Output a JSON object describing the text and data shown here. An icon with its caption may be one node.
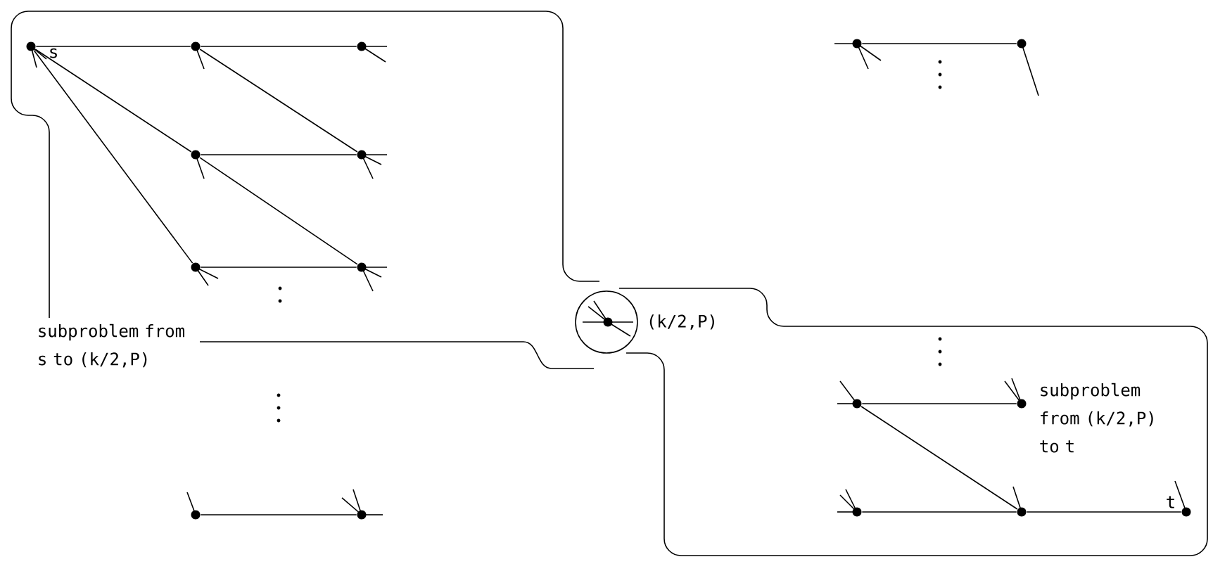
{
  "diagram": {
    "nodes": [
      {
        "text": [
          "subproblem from s to (k/2,P)"
        ]
      },
      {
        "text": [
          "subproblem from (k/2,P) to t"
        ]
      },
      {
        "text": [],
        "shape": "circle",
        "beside": [
          "s"
        ],
        "in": 0
      },
      {
        "text": [],
        "shape": "circle",
        "in": 0
      },
      {
        "text": [],
        "shape": "circle",
        "in": 0
      },
      {
        "text": [],
        "shape": "circle",
        "in": 0
      },
      {
        "text": [],
        "shape": "circle",
        "in": 0
      },
      {
        "text": [],
        "shape": "circle",
        "in": 0
      },
      {
        "text": [],
        "shape": "circle",
        "in": 0
      },
      {
        "text": [],
        "shape": "circle",
        "beside": [
          "(k/2,P)"
        ]
      },
      {
        "text": [],
        "shape": "circle",
        "in": 1
      },
      {
        "text": [],
        "shape": "circle",
        "in": 1
      },
      {
        "text": [],
        "shape": "circle",
        "in": 1
      },
      {
        "text": [],
        "shape": "circle",
        "in": 1
      },
      {
        "text": [],
        "shape": "circle",
        "beside": [
          "t"
        ],
        "in": 1
      },
      {
        "text": [],
        "shape": "circle"
      },
      {
        "text": [],
        "shape": "circle"
      },
      {
        "text": [],
        "shape": "circle"
      },
      {
        "text": [],
        "shape": "circle"
      }
    ],
    "edges": [
      {
        "from": 2,
        "to": 3,
        "arrow": "none"
      },
      {
        "from": 3,
        "to": 4,
        "arrow": "none"
      },
      {
        "from": 2,
        "to": 5,
        "arrow": "none"
      },
      {
        "from": 2,
        "to": 7,
        "arrow": "none"
      },
      {
        "from": 3,
        "to": 6,
        "arrow": "none"
      },
      {
        "from": 5,
        "to": 6,
        "arrow": "none"
      },
      {
        "from": 5,
        "to": 8,
        "arrow": "none"
      },
      {
        "from": 7,
        "to": 8,
        "arrow": "none"
      },
      {
        "from": 10,
        "to": 11,
        "arrow": "none"
      },
      {
        "from": 10,
        "to": 13,
        "arrow": "none"
      },
      {
        "from": 12,
        "to": 13,
        "arrow": "none"
      },
      {
        "from": 13,
        "to": 14,
        "arrow": "none"
      },
      {
        "from": 15,
        "to": 16,
        "arrow": "none"
      },
      {
        "from": 17,
        "to": 18,
        "arrow": "none"
      }
    ]
  }
}
